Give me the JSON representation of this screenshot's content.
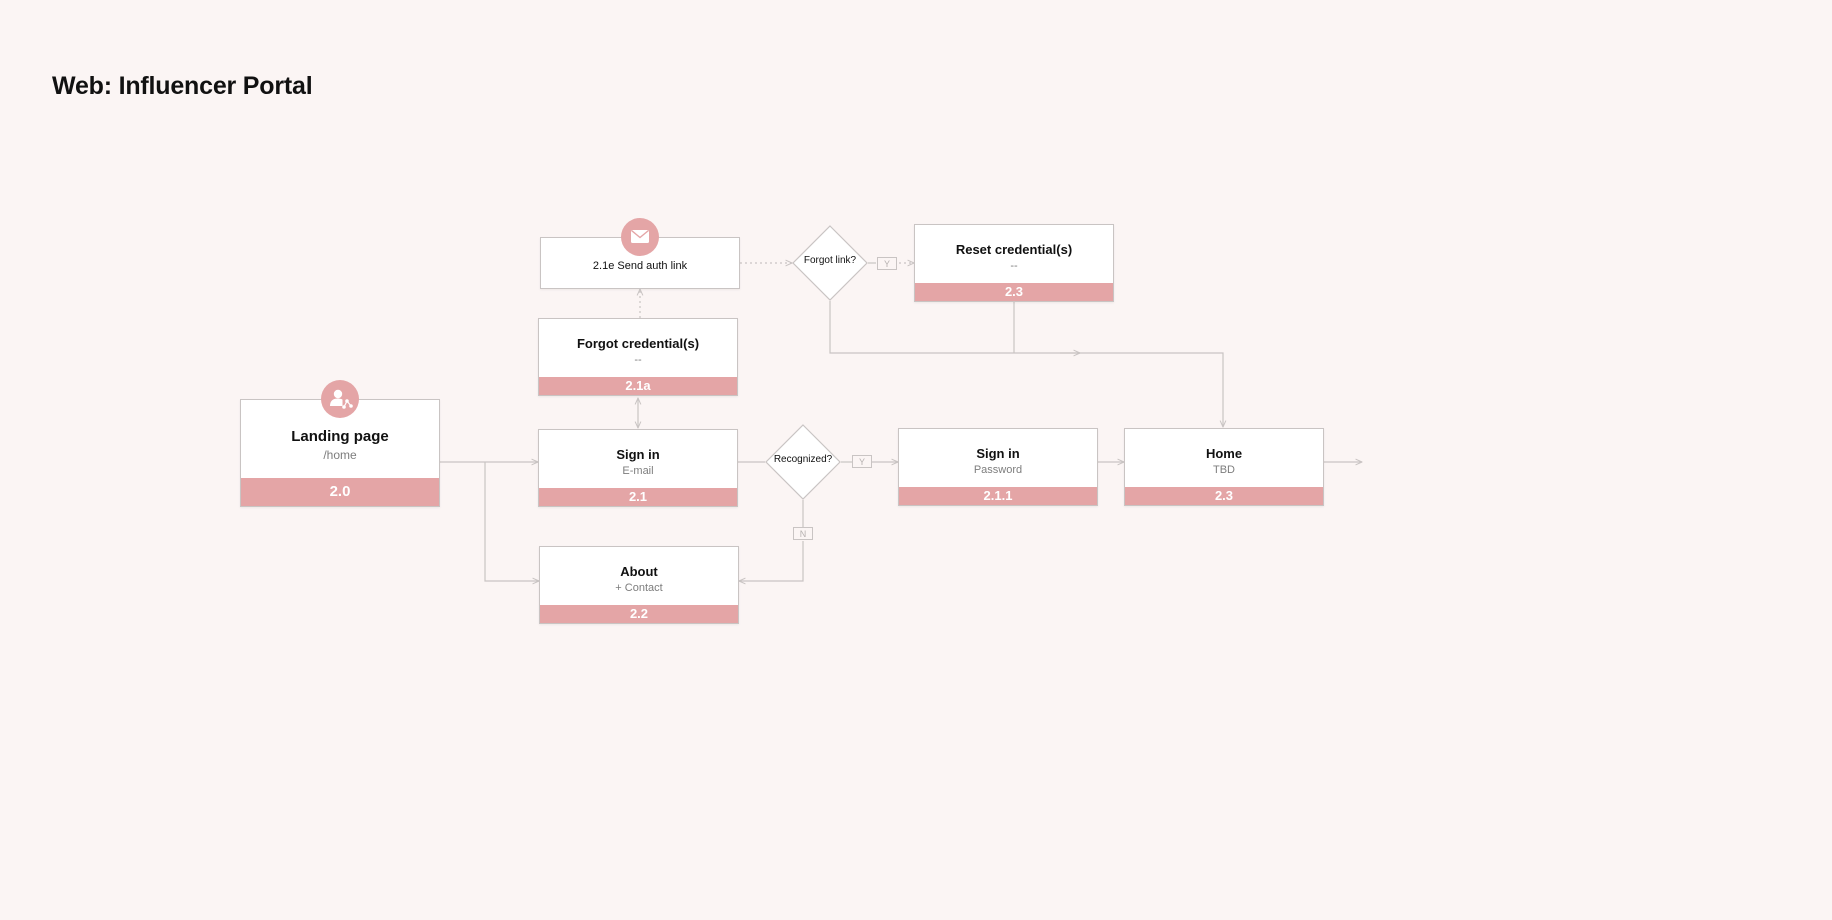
{
  "title": "Web: Influencer Portal",
  "nodes": {
    "landing": {
      "name": "Landing page",
      "sub": "/home",
      "id": "2.0",
      "icon": "user-share-icon"
    },
    "send_link": {
      "text": "2.1e Send auth link",
      "icon": "envelope-icon"
    },
    "forgot": {
      "name": "Forgot credential(s)",
      "sub": "--",
      "id": "2.1a"
    },
    "signin_email": {
      "name": "Sign in",
      "sub": "E-mail",
      "id": "2.1"
    },
    "about": {
      "name": "About",
      "sub": "+ Contact",
      "id": "2.2"
    },
    "signin_password": {
      "name": "Sign in",
      "sub": "Password",
      "id": "2.1.1"
    },
    "home": {
      "name": "Home",
      "sub": "TBD",
      "id": "2.3"
    },
    "reset": {
      "name": "Reset credential(s)",
      "sub": "--",
      "id": "2.3"
    }
  },
  "decisions": {
    "forgot_link": "Forgot link?",
    "recognized": "Recognized?"
  },
  "tags": {
    "forgot_yes": "Y",
    "recognized_yes": "Y",
    "recognized_no": "N"
  },
  "colors": {
    "accent": "#e4a5a6",
    "background": "#fbf5f4",
    "connector": "#c9c4c3"
  }
}
